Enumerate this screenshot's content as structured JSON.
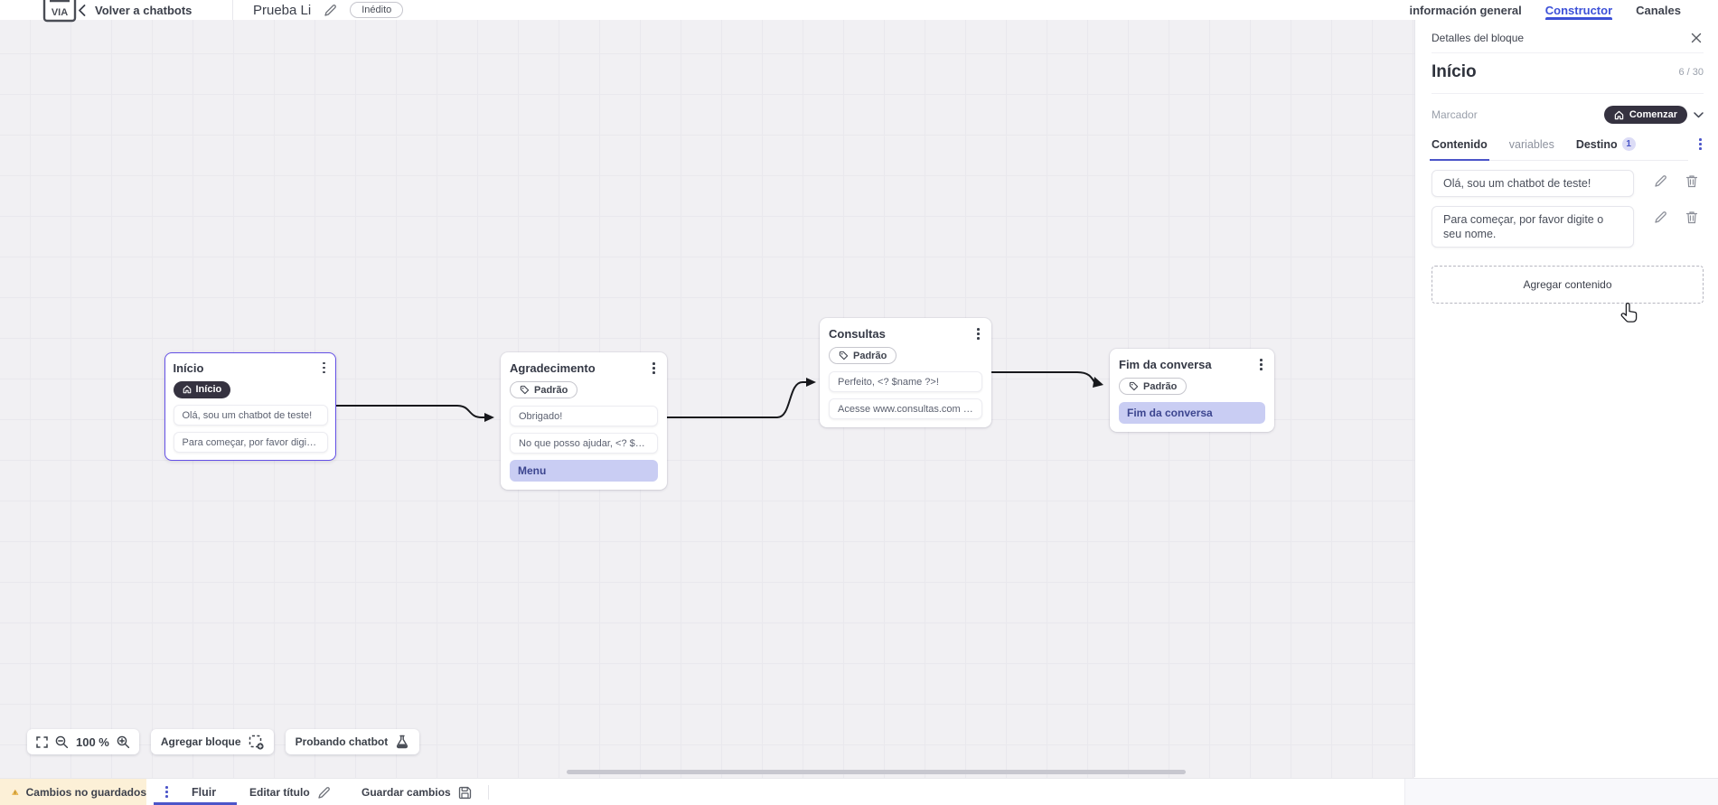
{
  "topbar": {
    "logo_text": "VIA",
    "back_label": "Volver a chatbots",
    "title": "Prueba Li",
    "status_badge": "Inédito",
    "tabs": [
      {
        "label": "información general",
        "active": false
      },
      {
        "label": "Constructor",
        "active": true
      },
      {
        "label": "Canales",
        "active": false
      }
    ]
  },
  "canvas": {
    "blocks": [
      {
        "title": "Início",
        "badge": "Início",
        "selected": true,
        "items": [
          {
            "type": "message",
            "text": "Olá, sou um chatbot de teste!"
          },
          {
            "type": "message",
            "text": "Para começar, por favor digite o ..."
          }
        ]
      },
      {
        "title": "Agradecimento",
        "badge": "Padrão",
        "items": [
          {
            "type": "message",
            "text": "Obrigado!"
          },
          {
            "type": "message",
            "text": "No que posso ajudar, <? $name ..."
          },
          {
            "type": "button",
            "text": "Menu"
          }
        ]
      },
      {
        "title": "Consultas",
        "badge": "Padrão",
        "items": [
          {
            "type": "message",
            "text": "Perfeito, <? $name ?>!"
          },
          {
            "type": "message",
            "text": "Acesse www.consultas.com par..."
          }
        ]
      },
      {
        "title": "Fim da conversa",
        "badge": "Padrão",
        "items": [
          {
            "type": "button",
            "text": "Fim da conversa"
          }
        ]
      }
    ],
    "zoom_level": "100 %",
    "add_block_label": "Agregar bloque",
    "test_chatbot_label": "Probando chatbot"
  },
  "panel": {
    "header": "Detalles del bloque",
    "block_title": "Início",
    "char_count": "6 / 30",
    "marker_label": "Marcador",
    "marker_value": "Comenzar",
    "tabs": [
      {
        "label": "Contenido",
        "active": true
      },
      {
        "label": "variables",
        "active": false
      },
      {
        "label": "Destino",
        "active": false,
        "badge": "1"
      }
    ],
    "contents": [
      {
        "text": "Olá, sou um chatbot de teste!"
      },
      {
        "text": "Para começar, por favor digite o seu nome."
      }
    ],
    "add_content_label": "Agregar contenido"
  },
  "bottombar": {
    "warning": "Cambios no guardados",
    "flow_tab": "Fluir",
    "edit_title_label": "Editar título",
    "save_label": "Guardar cambios"
  },
  "colors": {
    "accent_indigo": "#4c55c9",
    "tab_blue": "#3c50d8",
    "selected_block_border": "#6450e6",
    "dark_pill": "#353240",
    "flow_button_bg": "#c9cdf3",
    "flow_button_text": "#3c458f",
    "warning_bg": "#fcf0d7",
    "canvas_bg": "#f1f0f3"
  },
  "icons": {
    "logo": "chat-app-logo",
    "back": "chevron-left",
    "edit": "pencil",
    "delete": "trash",
    "close": "x",
    "marker": "home",
    "tag": "tag",
    "zoom": "magnifier",
    "fullscreen": "corners",
    "add_block": "dashed-square-plus",
    "test": "flask",
    "save": "floppy-disk",
    "warning": "triangle-exclamation"
  }
}
